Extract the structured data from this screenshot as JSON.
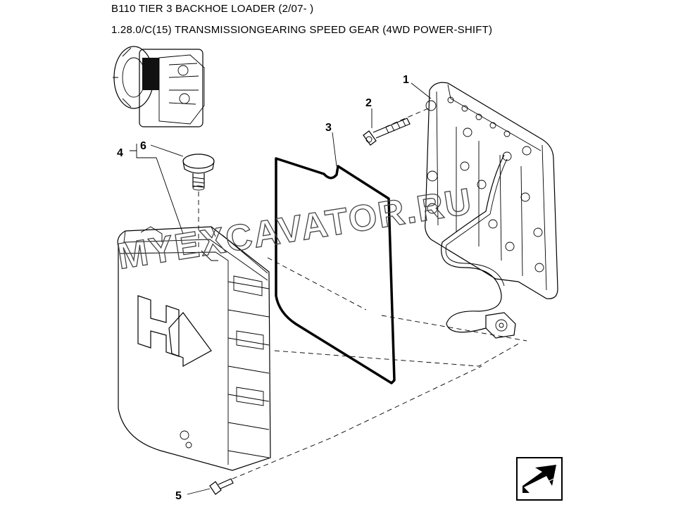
{
  "header": {
    "title_line1": "B110 TIER 3 BACKHOE LOADER (2/07- )",
    "title_line2": "1.28.0/C(15) TRANSMISSIONGEARING SPEED GEAR (4WD POWER-SHIFT)"
  },
  "watermark": {
    "text": "MYEXCAVATOR.RU"
  },
  "callouts": [
    {
      "label": "1",
      "part": "valve-body-plate"
    },
    {
      "label": "2",
      "part": "bolt"
    },
    {
      "label": "3",
      "part": "gasket"
    },
    {
      "label": "4",
      "part": "breather-assembly"
    },
    {
      "label": "6",
      "part": "breather-cap"
    },
    {
      "label": "5",
      "part": "bolt-small"
    }
  ],
  "icons": {
    "locator": "transmission-locator-thumbnail",
    "nav": "next-page-arrow-icon"
  }
}
